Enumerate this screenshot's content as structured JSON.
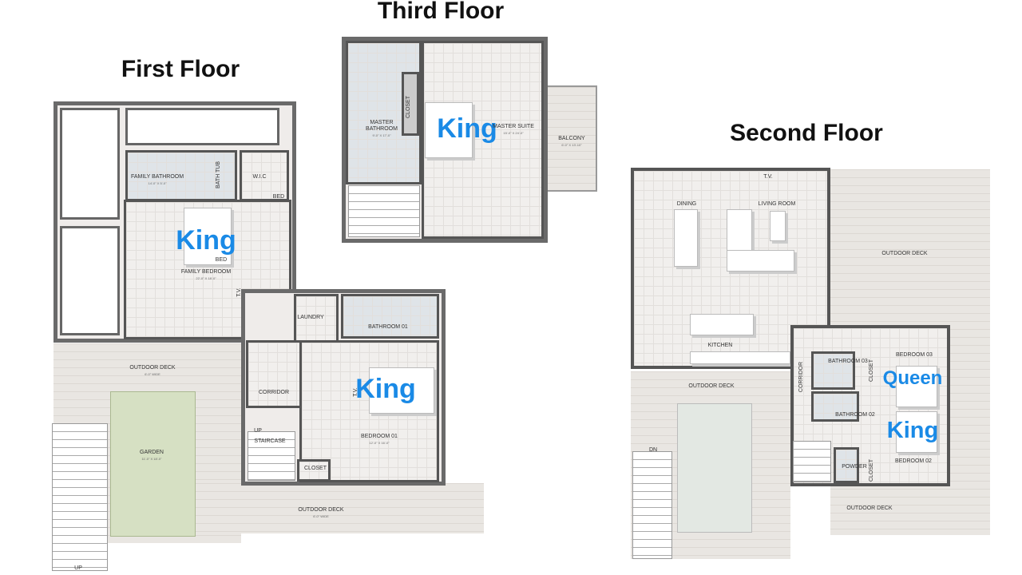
{
  "floors": {
    "first": {
      "title": "First Floor",
      "rooms": {
        "family_bathroom": "FAMILY BATHROOM",
        "family_bathroom_dim": "14'-0\" X 5'-0\"",
        "bath_tub": "BATH TUB",
        "wic": "W.I.C",
        "bed_small": "BED",
        "bed": "BED",
        "family_bedroom": "FAMILY BEDROOM",
        "family_bedroom_dim": "22'-0\" X 18'-0\"",
        "tv": "T.V.",
        "laundry": "LAUNDRY",
        "bathroom_01": "BATHROOM 01",
        "corridor": "CORRIDOR",
        "tv2": "T.V.",
        "bedroom_01": "BEDROOM 01",
        "bedroom_01_dim": "12'-0\" X 16'-0\"",
        "staircase": "STAIRCASE",
        "up": "UP",
        "closet": "CLOSET",
        "outdoor_deck_top": "OUTDOOR DECK",
        "deck_width": "6'-0\" WIDE",
        "garden": "GARDEN",
        "garden_dim": "11'-0\" X 18'-0\"",
        "outdoor_deck_bottom": "OUTDOOR DECK",
        "deck_width_2": "6'-0\" WIDE",
        "up_stairs": "UP"
      },
      "bed_labels": [
        "King",
        "King"
      ]
    },
    "third": {
      "title": "Third Floor",
      "rooms": {
        "closet": "CLOSET",
        "master_bathroom": "MASTER BATHROOM",
        "master_bathroom_dim": "9'-0\" X 17'-0\"",
        "master_suite": "MASTER SUITE",
        "master_suite_dim": "15'-0\" X 24'-0\"",
        "balcony": "BALCONY",
        "balcony_dim": "6'-0\" X 13'-10\""
      },
      "bed_labels": [
        "King"
      ]
    },
    "second": {
      "title": "Second Floor",
      "rooms": {
        "tv": "T.V.",
        "dining": "DINING",
        "living_room": "LIVING ROOM",
        "outdoor_deck_right": "OUTDOOR DECK",
        "kitchen": "KITCHEN",
        "corridor": "CORRIDOR",
        "bathroom_03": "BATHROOM 03",
        "closet_1": "CLOSET",
        "bedroom_03": "BEDROOM 03",
        "bathroom_02": "BATHROOM 02",
        "powder": "POWDER",
        "closet_2": "CLOSET",
        "bedroom_02": "BEDROOM 02",
        "outdoor_deck_left": "OUTDOOR DECK",
        "outdoor_deck_bottom": "OUTDOOR DECK",
        "dn": "DN"
      },
      "bed_labels": [
        "Queen",
        "King"
      ]
    }
  },
  "colors": {
    "bed_label": "#1a8ae6",
    "garden": "#d6e0c3",
    "walls": "#555555"
  }
}
